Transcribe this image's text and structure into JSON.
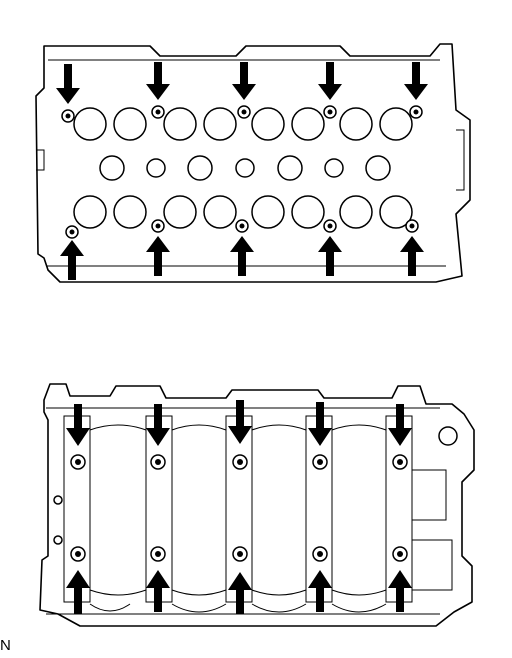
{
  "diagram": {
    "corner_label": "N",
    "arrow_direction": {
      "top_view_upper": "down",
      "top_view_lower": "up",
      "bottom_view_upper": "down",
      "bottom_view_lower": "up"
    },
    "colors": {
      "ink": "#000000",
      "paper": "#ffffff"
    }
  }
}
